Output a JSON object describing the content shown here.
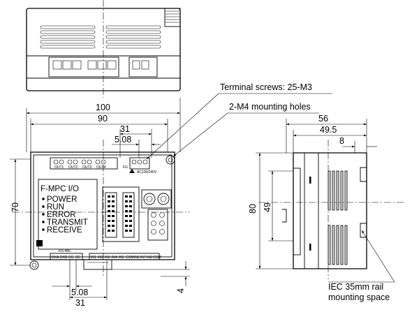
{
  "callouts": {
    "terminal_screws": "Terminal screws: 25-M3",
    "mounting_holes": "2-M4 mounting holes",
    "rail_line1": "IEC 35mm rail",
    "rail_line2": "mounting space"
  },
  "dimensions": {
    "width_100": "100",
    "width_90": "90",
    "pitch_31_top": "31",
    "pitch_5_08_top": "5.08",
    "height_70": "70",
    "depth_56": "56",
    "depth_49_5": "49.5",
    "depth_8": "8",
    "height_80": "80",
    "height_49": "49",
    "pitch_5_08_bottom": "5.08",
    "pitch_31_bottom": "31",
    "offset_4": "4"
  },
  "front_panel": {
    "model": "F-MPC I/O",
    "indicators": [
      "POWER",
      "RUN",
      "ERROR",
      "TRANSMIT",
      "RECEIVE"
    ],
    "rs485_label": "RS-485",
    "bottom_terminals": [
      "DXA",
      "DXB",
      "SG",
      "SE"
    ],
    "input_terminals": [
      "IN1",
      "IN2",
      "IN3",
      "IN4",
      "IN5",
      "COM",
      "IN6",
      "IN7",
      "IN8",
      "COM"
    ],
    "top_terminal_groups": [
      "OUT1",
      "OUT2",
      "OUT3",
      "OUT4"
    ],
    "fg_label": "FG",
    "supply_label": "AC100/240V"
  }
}
